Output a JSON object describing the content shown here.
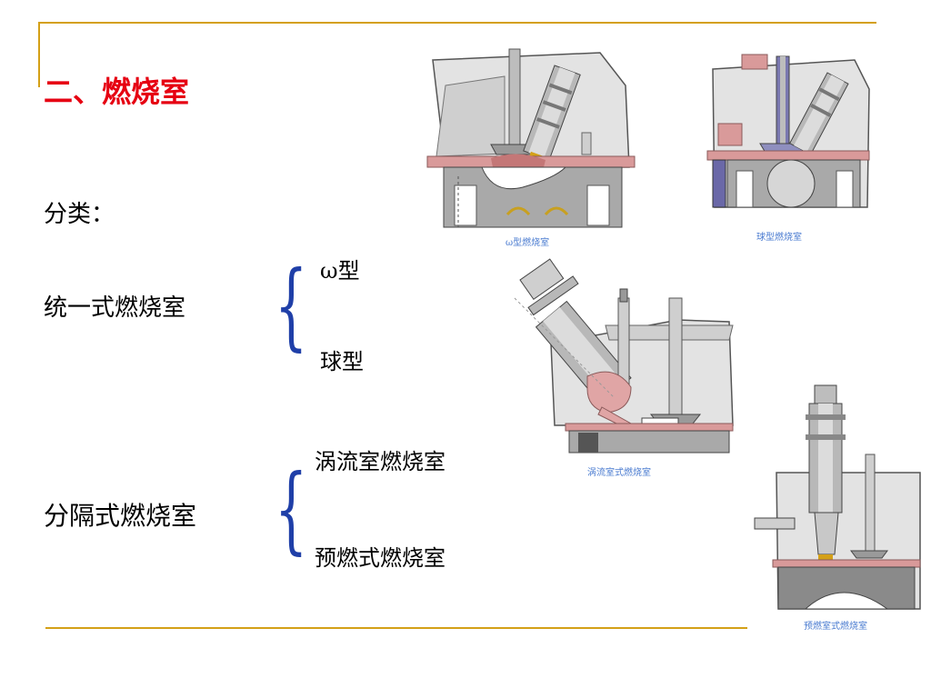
{
  "slide": {
    "title": "二、燃烧室",
    "classify_label": "分类：",
    "groups": [
      {
        "name": "统一式燃烧室",
        "items": [
          "ω型",
          "球型"
        ]
      },
      {
        "name": "分隔式燃烧室",
        "items": [
          "涡流室燃烧室",
          "预燃式燃烧室"
        ]
      }
    ]
  },
  "figures": [
    {
      "caption": "ω型燃烧室"
    },
    {
      "caption": "球型燃烧室"
    },
    {
      "caption": "涡流室式燃烧室"
    },
    {
      "caption": "预燃室式燃烧室"
    }
  ],
  "colors": {
    "title": "#e60012",
    "rule": "#d4a017",
    "brace": "#1f3fa8",
    "caption": "#4a7bd0",
    "chamber": "#d99a9a"
  }
}
